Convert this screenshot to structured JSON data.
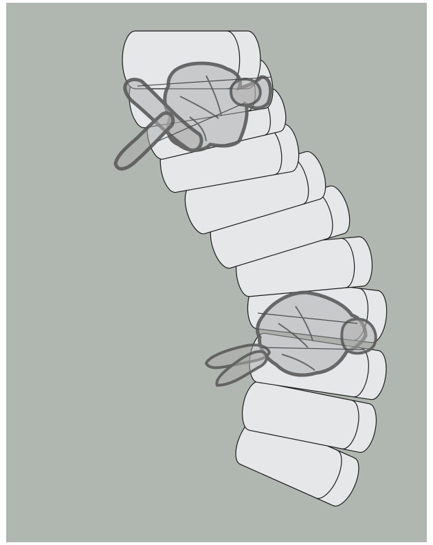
{
  "illustration": {
    "subject": "curved-seating-arrangement",
    "colors": {
      "background": "#b0b7b1",
      "seat_fill": "#e6e7e9",
      "seat_stroke": "#1a1a1a",
      "figure_fill": "#a9a9a9",
      "figure_stroke": "#5a5a5a"
    },
    "seat_count": 11,
    "figure_count": 2
  }
}
